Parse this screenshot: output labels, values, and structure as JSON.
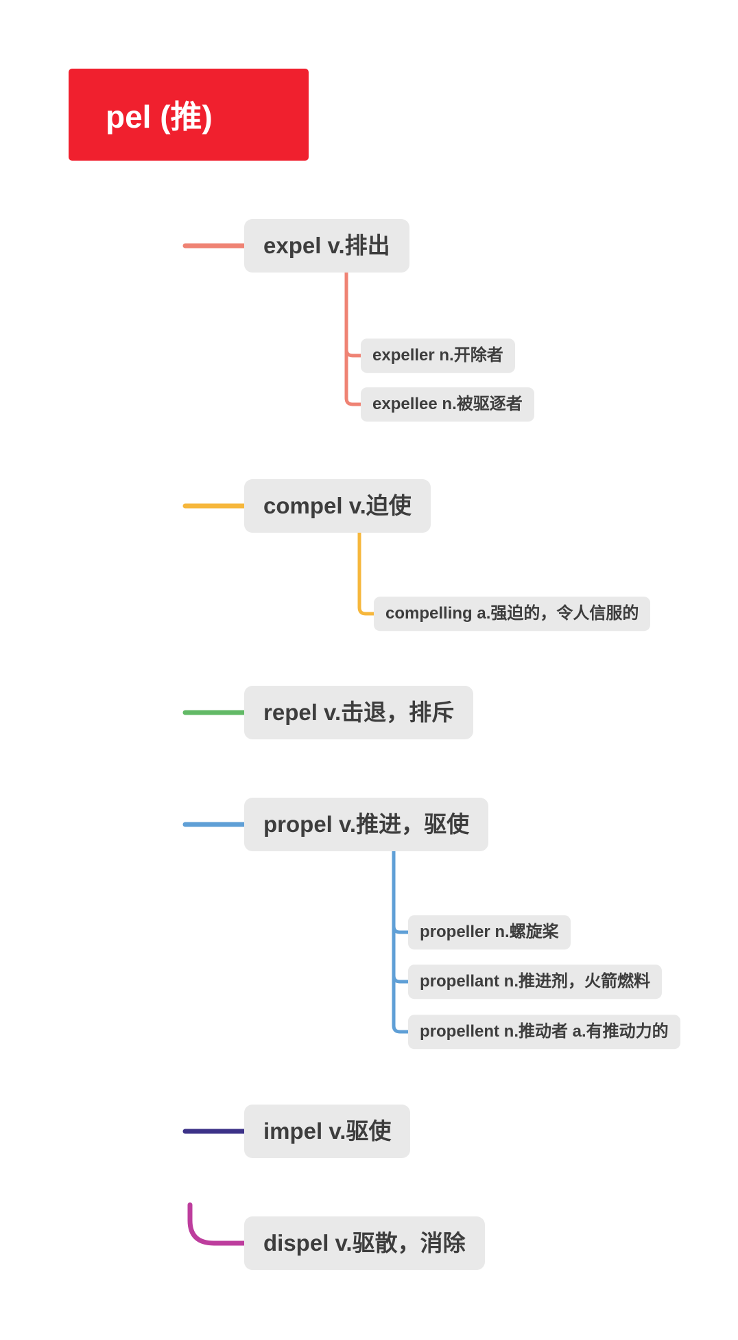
{
  "root": {
    "label": "pel (推)",
    "bg": "#f0202e"
  },
  "trunk": {
    "color_top": "#8a4d9e",
    "color_bottom": "#b2439c"
  },
  "branches": [
    {
      "label": "expel v.排出",
      "color": "#ef8374",
      "children": [
        {
          "label": "expeller n.开除者"
        },
        {
          "label": "expellee n.被驱逐者"
        }
      ]
    },
    {
      "label": "compel v.迫使",
      "color": "#f6b73c",
      "children": [
        {
          "label": "compelling a.强迫的，令人信服的"
        }
      ]
    },
    {
      "label": "repel v.击退，排斥",
      "color": "#62b966",
      "children": []
    },
    {
      "label": "propel v.推进，驱使",
      "color": "#5f9fd6",
      "children": [
        {
          "label": "propeller n.螺旋桨"
        },
        {
          "label": "propellant n.推进剂，火箭燃料"
        },
        {
          "label": "propellent n.推动者 a.有推动力的"
        }
      ]
    },
    {
      "label": "impel v.驱使",
      "color": "#3c3288",
      "children": []
    },
    {
      "label": "dispel v.驱散，消除",
      "color": "#bd3d9d",
      "children": []
    }
  ]
}
